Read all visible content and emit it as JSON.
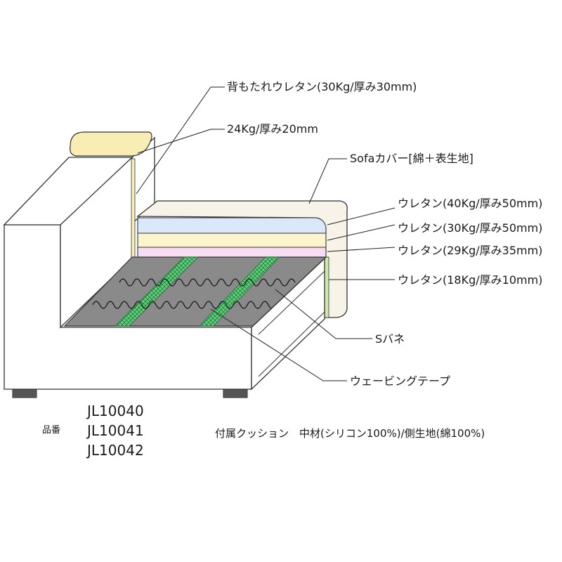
{
  "labels": {
    "backrest_urethane": "背もたれウレタン(30Kg/厚み30mm)",
    "armrest_urethane": "24Kg/厚み20mm",
    "sofa_cover": "Sofaカバー[綿＋表生地]",
    "urethane_40": "ウレタン(40Kg/厚み50mm)",
    "urethane_30": "ウレタン(30Kg/厚み50mm)",
    "urethane_29": "ウレタン(29Kg/厚み35mm)",
    "urethane_18": "ウレタン(18Kg/厚み10mm)",
    "s_spring": "Sバネ",
    "webbing_tape": "ウェービングテープ"
  },
  "product": {
    "hinban_label": "品番",
    "codes": [
      "JL10040",
      "JL10041",
      "JL10042"
    ]
  },
  "accessory_note": "付属クッション　中材(シリコン100%)/側生地(綿100%)",
  "colors": {
    "cushion_top": "#f7f3e8",
    "layer_blue": "#dbe7fb",
    "layer_yellow": "#fbf4cc",
    "layer_pink": "#f8dcf2",
    "green_layer": "#cdeaa6",
    "armrest_pad": "#f8eeb4",
    "base_dark": "#8a8a8a",
    "webbing_green": "#5fcf7c"
  }
}
